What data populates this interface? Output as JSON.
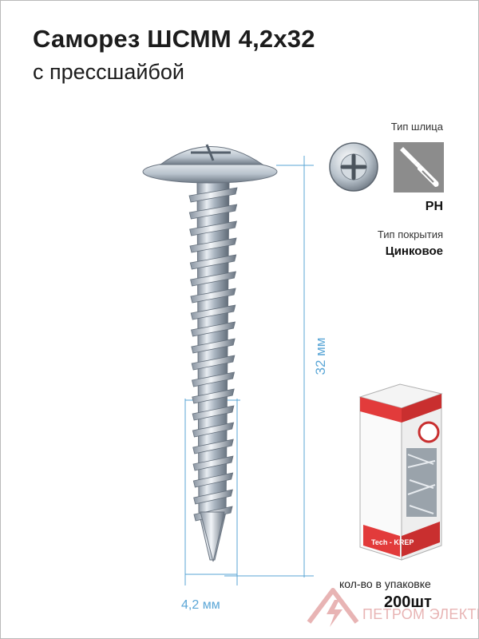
{
  "header": {
    "title": "Саморез ШСММ 4,2х32",
    "subtitle": "с прессшайбой"
  },
  "specs": {
    "slot_label": "Тип шлица",
    "slot_value": "PH",
    "coating_label": "Тип покрытия",
    "coating_value": "Цинковое"
  },
  "dimensions": {
    "length": "32 мм",
    "diameter": "4,2 мм"
  },
  "package": {
    "qty_label": "кол-во в упаковке",
    "qty_value": "200шт",
    "box_brand": "Tech - KREP"
  },
  "brand": {
    "name": "ПЕТРОМ ЭЛЕКТРО"
  },
  "colors": {
    "dimension_line": "#5aa6d6",
    "logo": "#e8b4b4"
  },
  "icons": {
    "screw_head": "phillips-head-icon",
    "screwdriver": "screwdriver-icon",
    "brand_logo": "lightning-shield-icon"
  }
}
